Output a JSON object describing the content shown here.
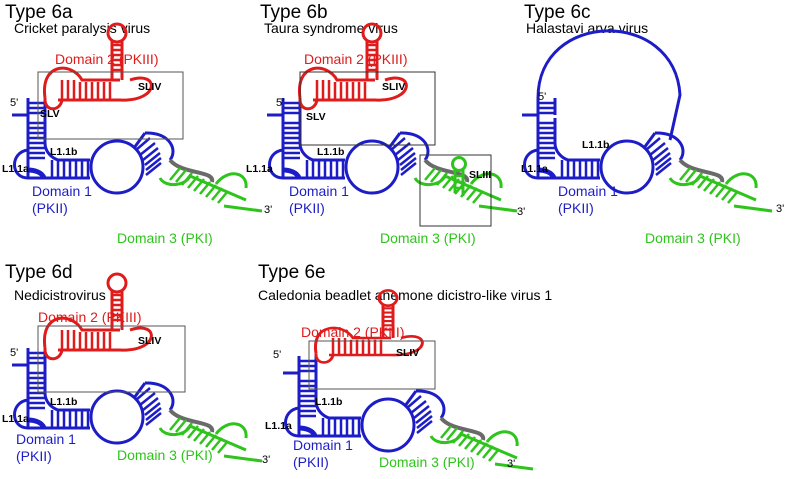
{
  "colors": {
    "domain1": "#1d1dc7",
    "domain2": "#e01b1b",
    "domain3": "#2ec41b",
    "linker": "#6a6a6a",
    "box": "#555555",
    "text": "#000000"
  },
  "panels": [
    {
      "key": "a",
      "title": "Type 6a",
      "subtitle": "Cricket paralysis virus",
      "d2": "Domain 2 (PKIII)",
      "d1a": "Domain 1",
      "d1b": "(PKII)",
      "d3": "Domain 3 (PKI)",
      "five": "5'",
      "three": "3'",
      "l11a": "L1.1a",
      "l11b": "L1.1b",
      "sliv": "SLIV",
      "slv": "SLV",
      "sliii": ""
    },
    {
      "key": "b",
      "title": "Type 6b",
      "subtitle": "Taura syndrome virus",
      "d2": "Domain 2 (PKIII)",
      "d1a": "Domain 1",
      "d1b": "(PKII)",
      "d3": "Domain 3 (PKI)",
      "five": "5'",
      "three": "3'",
      "l11a": "L1.1a",
      "l11b": "L1.1b",
      "sliv": "SLIV",
      "slv": "SLV",
      "sliii": "SLIII"
    },
    {
      "key": "c",
      "title": "Type 6c",
      "subtitle": "Halastavi arva virus",
      "d2": "",
      "d1a": "Domain 1",
      "d1b": "(PKII)",
      "d3": "Domain 3 (PKI)",
      "five": "5'",
      "three": "3'",
      "l11a": "L1.1a",
      "l11b": "L1.1b",
      "sliv": "",
      "slv": "",
      "sliii": ""
    },
    {
      "key": "d",
      "title": "Type 6d",
      "subtitle": "Nedicistrovirus",
      "d2": "Domain 2 (PKIII)",
      "d1a": "Domain 1",
      "d1b": "(PKII)",
      "d3": "Domain 3 (PKI)",
      "five": "5'",
      "three": "3'",
      "l11a": "L1.1a",
      "l11b": "L1.1b",
      "sliv": "SLIV",
      "slv": "",
      "sliii": ""
    },
    {
      "key": "e",
      "title": "Type 6e",
      "subtitle": "Caledonia beadlet anemone dicistro-like virus 1",
      "d2": "Domain 2 (PKIII)",
      "d1a": "Domain 1",
      "d1b": "(PKII)",
      "d3": "Domain 3 (PKI)",
      "five": "5'",
      "three": "3'",
      "l11a": "L1.1a",
      "l11b": "L1.1b",
      "sliv": "SLIV",
      "slv": "",
      "sliii": ""
    }
  ]
}
